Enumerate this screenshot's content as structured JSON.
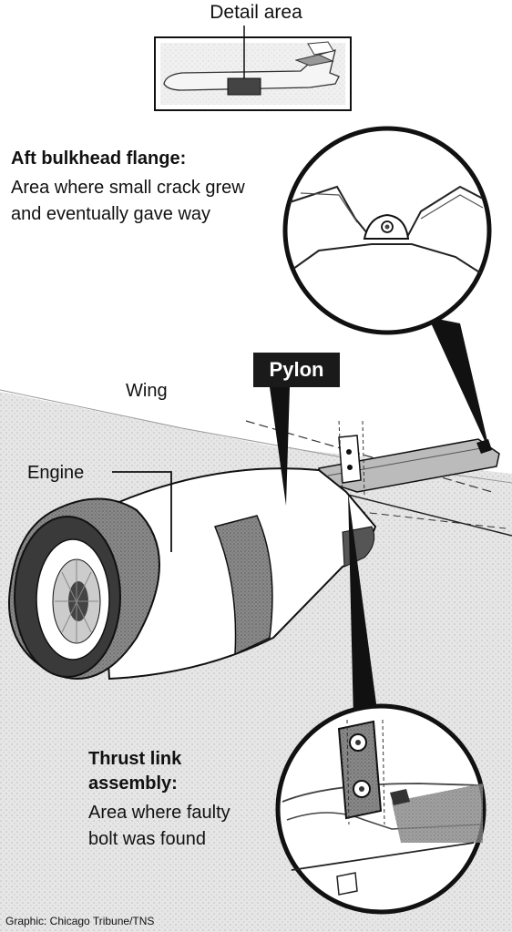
{
  "detail_area": {
    "title": "Detail area"
  },
  "aft_bulkhead": {
    "title": "Aft bulkhead flange:",
    "description": "Area where small crack grew and eventually gave way"
  },
  "labels": {
    "wing": "Wing",
    "engine": "Engine",
    "pylon": "Pylon"
  },
  "thrust_link": {
    "title": "Thrust link assembly:",
    "description": "Area where faulty bolt was found"
  },
  "credit": "Graphic: Chicago Tribune/TNS"
}
